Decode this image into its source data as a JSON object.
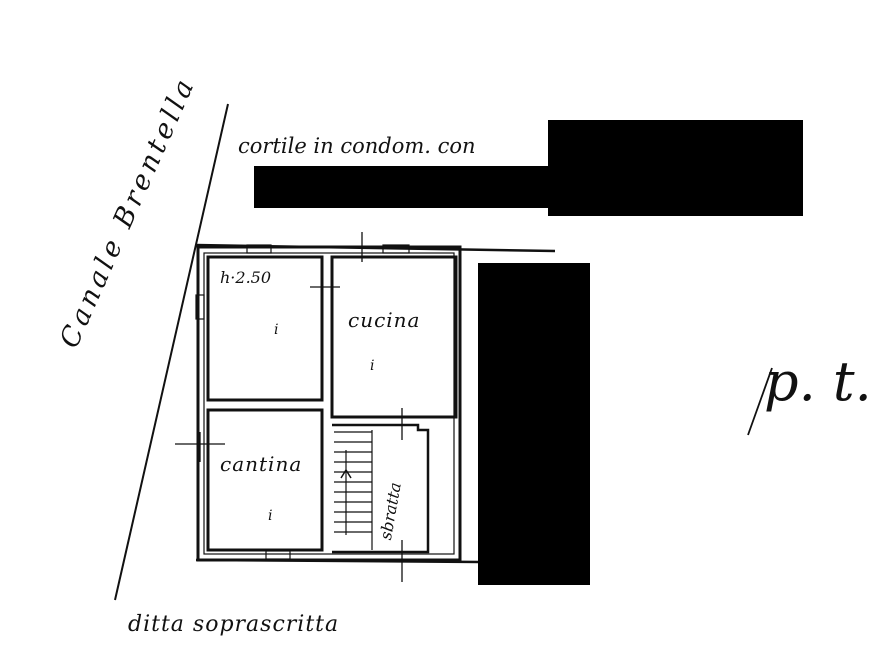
{
  "labels": {
    "courtyard": "cortile in condom. con",
    "canal": "Canale Brentella",
    "height": "h·2.50",
    "kitchen": "cucina",
    "cellar": "cantina",
    "storage": "sbratta",
    "owner_note": "ditta soprascritta",
    "floor_mark": "p. t."
  },
  "room_marks": [
    "i",
    "i",
    "i"
  ],
  "colors": {
    "ink": "#111111",
    "redaction": "#000000",
    "paper": "#ffffff"
  }
}
